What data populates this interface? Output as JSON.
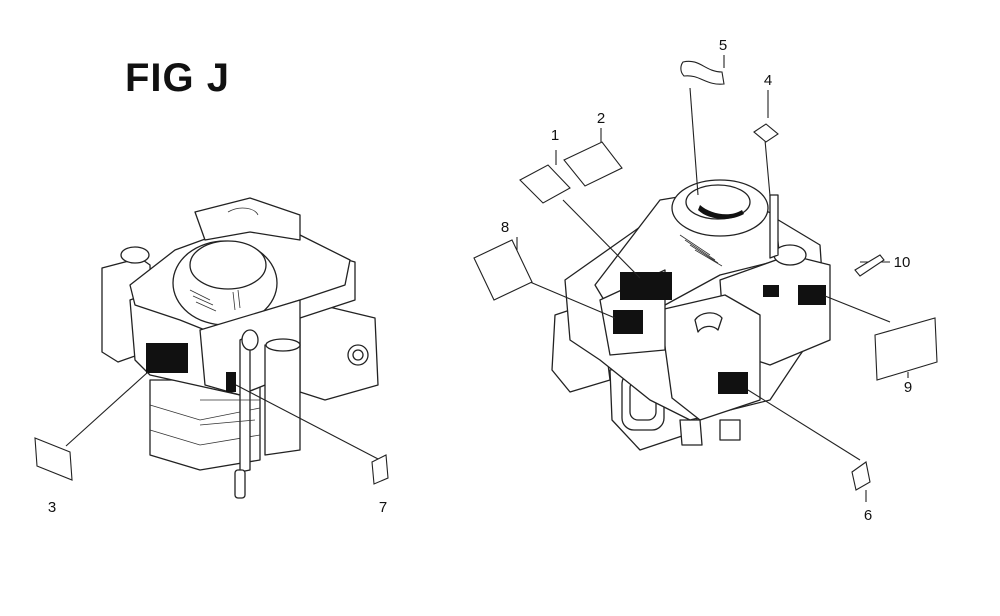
{
  "figure": {
    "title": "FIG J",
    "callouts": [
      "1",
      "2",
      "3",
      "4",
      "5",
      "6",
      "7",
      "8",
      "9",
      "10"
    ]
  }
}
